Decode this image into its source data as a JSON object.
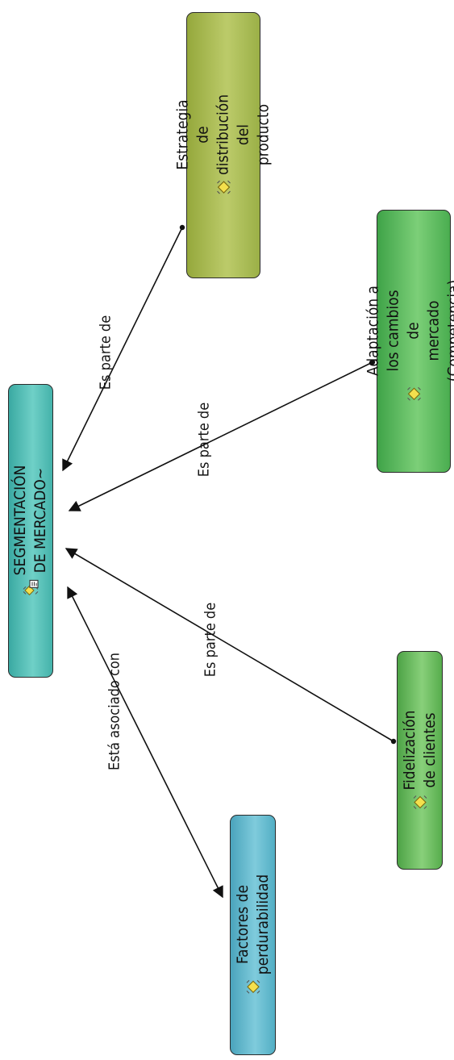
{
  "colors": {
    "segmentacion": "#55c0b8",
    "estrategia": "#a9bc55",
    "adaptacion": "#5fbf63",
    "fidelizacion": "#6fc063",
    "factores": "#63bcd0",
    "edge": "#111111"
  },
  "nodes": {
    "segmentacion": {
      "label": "SEGMENTACIÓN DE MERCADO~",
      "icon": "concept-note-icon"
    },
    "estrategia": {
      "label": "Estrategia de distribución del\nproducto",
      "icon": "concept-icon"
    },
    "adaptacion": {
      "label": "Adaptación a los cambios de\nmercado (Competencia)",
      "icon": "concept-icon"
    },
    "fidelizacion": {
      "label": "Fidelización de clientes",
      "icon": "concept-icon"
    },
    "factores": {
      "label": "Factores de perdurabilidad",
      "icon": "concept-icon"
    }
  },
  "edges": {
    "estrategia": {
      "label": "Es parte de"
    },
    "adaptacion": {
      "label": "Es parte de"
    },
    "fidelizacion": {
      "label": "Es parte de"
    },
    "factores": {
      "label": "Está asociado con"
    }
  }
}
